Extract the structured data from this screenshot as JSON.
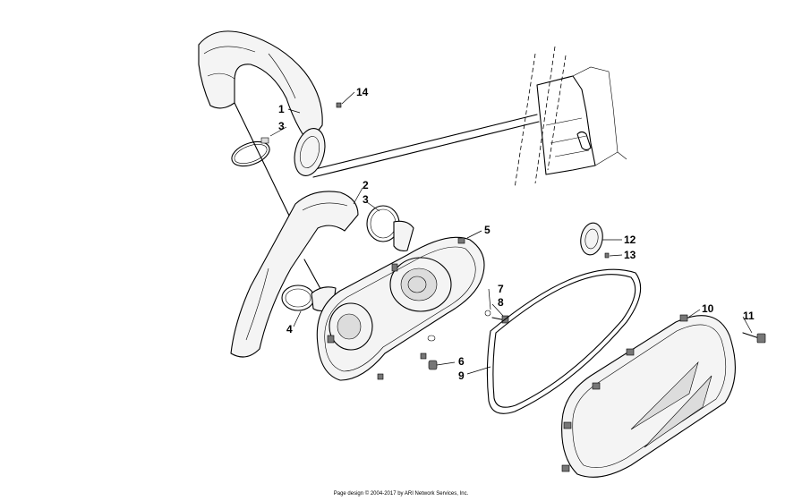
{
  "callouts": {
    "c1": "1",
    "c2": "2",
    "c3a": "3",
    "c3b": "3",
    "c4": "4",
    "c5": "5",
    "c6": "6",
    "c7": "7",
    "c8": "8",
    "c9": "9",
    "c10": "10",
    "c11": "11",
    "c12": "12",
    "c13": "13",
    "c14": "14"
  },
  "footer": "Page design © 2004-2017 by ARI Network Services, Inc."
}
